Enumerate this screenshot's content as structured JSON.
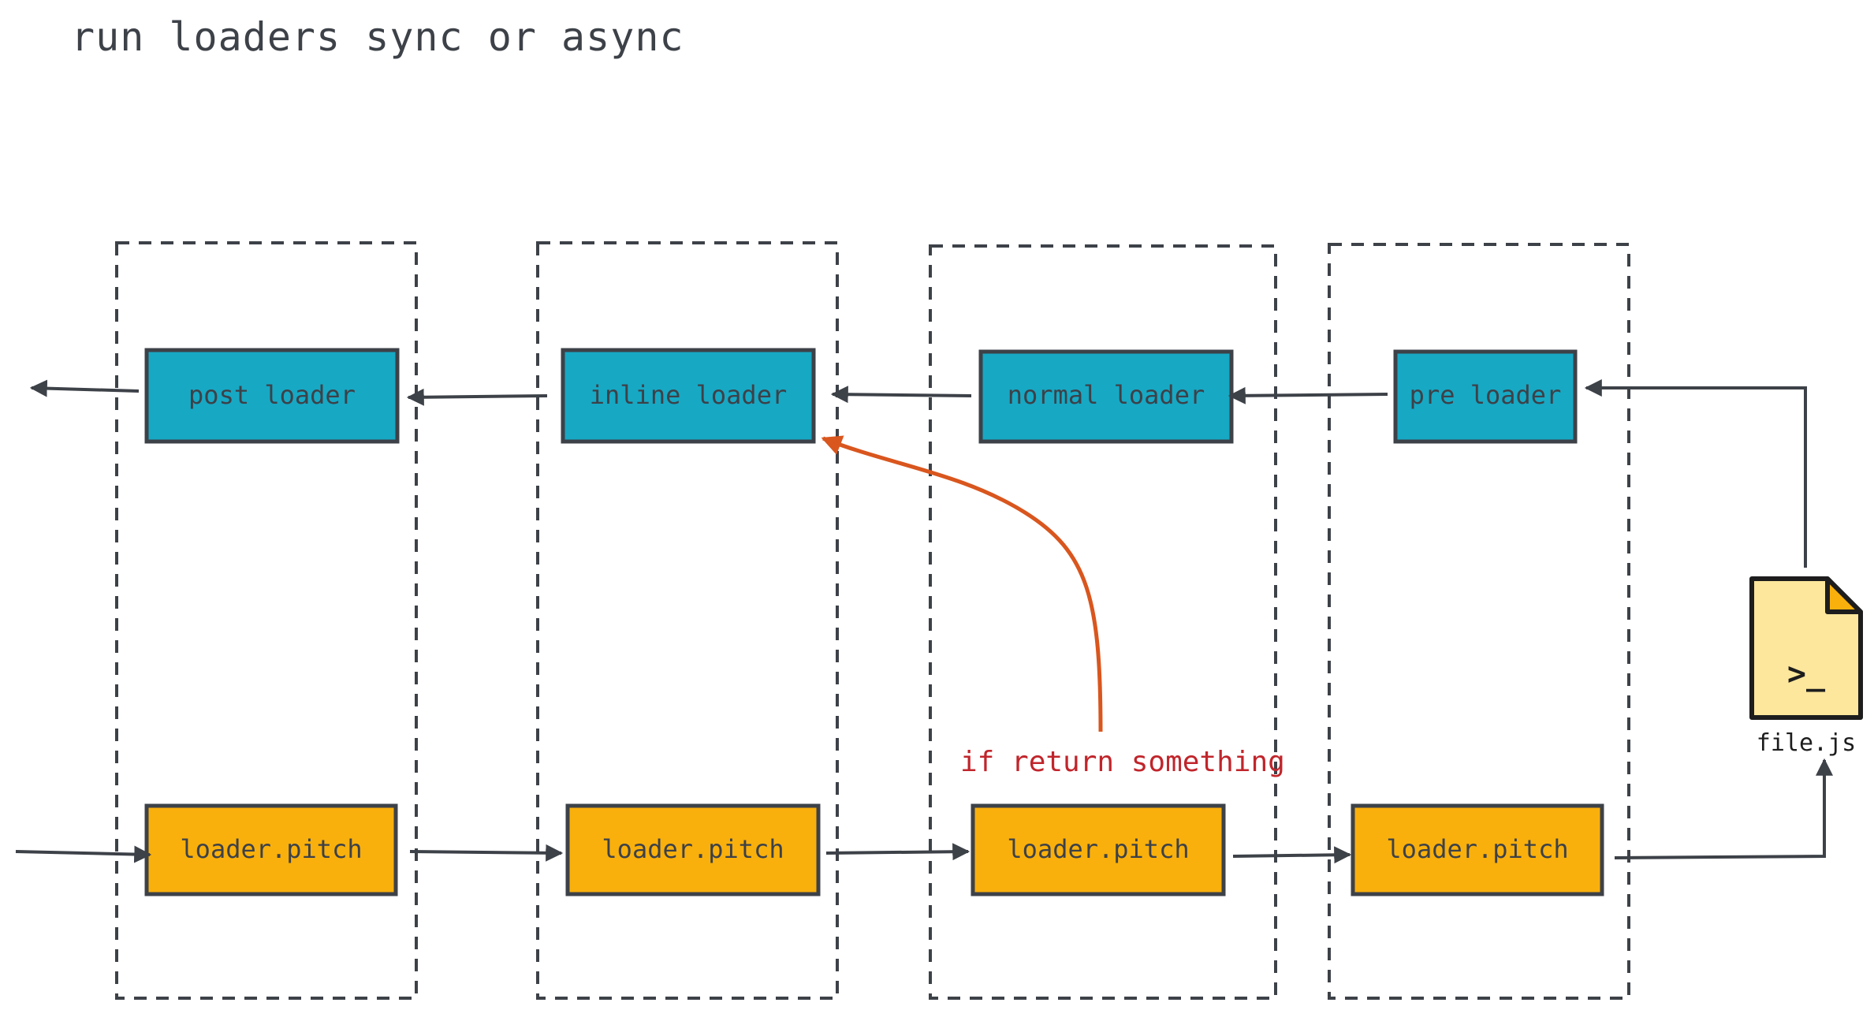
{
  "title": "run loaders sync or async",
  "colors": {
    "stroke": "#3d4148",
    "loader_fill": "#17a8c4",
    "pitch_fill": "#f9b00c",
    "file_fill": "#fde79c",
    "highlight": "#d9561e",
    "condition_text": "#c0252b"
  },
  "stages": [
    {
      "loader": "post loader",
      "pitch": "loader.pitch"
    },
    {
      "loader": "inline loader",
      "pitch": "loader.pitch"
    },
    {
      "loader": "normal loader",
      "pitch": "loader.pitch"
    },
    {
      "loader": "pre loader",
      "pitch": "loader.pitch"
    }
  ],
  "condition": "if return something",
  "file": {
    "label": "file.js",
    "icon": "terminal-file-icon",
    "glyph": ">_"
  }
}
